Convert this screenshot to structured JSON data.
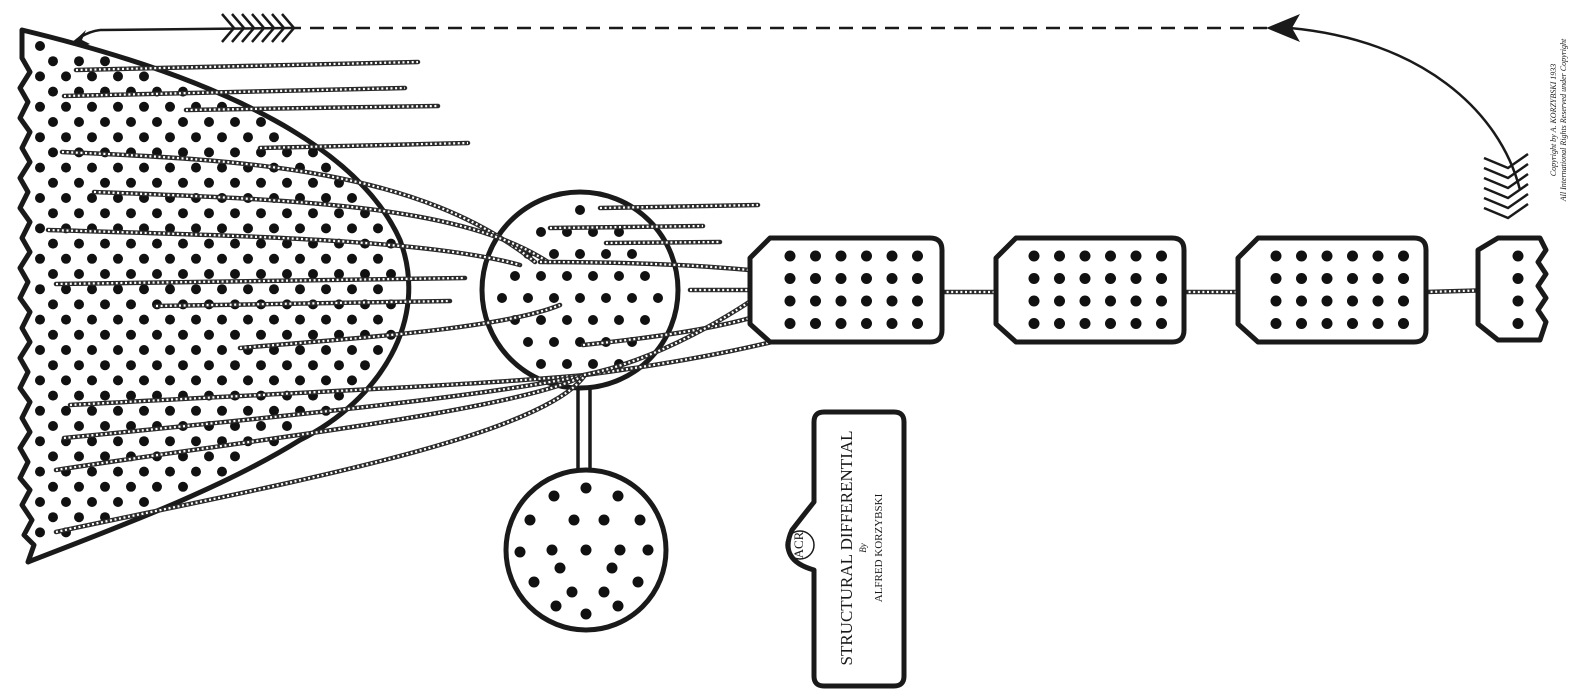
{
  "label": {
    "title": "STRUCTURAL DIFFERENTIAL",
    "by": "By",
    "author": "ALFRED KORZYBSKI"
  },
  "copyright": {
    "line1": "Copyright by A. KORZYBSKI 1933",
    "line2": "All International Rights Reserved under Copyright"
  },
  "logo_text": "ACR",
  "colors": {
    "ink": "#1a1a1a",
    "background": "#ffffff"
  }
}
